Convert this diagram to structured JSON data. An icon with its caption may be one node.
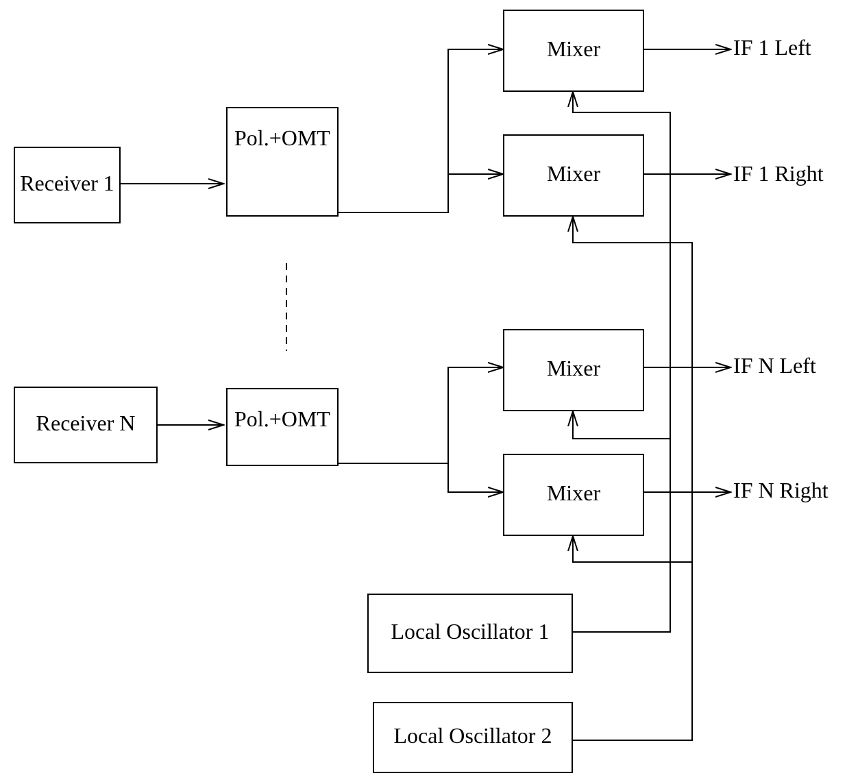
{
  "diagram": {
    "nodes": [
      {
        "text": [
          "Receiver 1"
        ]
      },
      {
        "text": [
          "Pol.+OMT"
        ]
      },
      {
        "text": [
          "Mixer"
        ]
      },
      {
        "text": [
          "Mixer"
        ]
      },
      {
        "text": [
          "Receiver N"
        ]
      },
      {
        "text": [
          "Pol.+OMT"
        ]
      },
      {
        "text": [
          "Mixer"
        ]
      },
      {
        "text": [
          "Mixer"
        ]
      },
      {
        "text": [
          "Local Oscillator 1"
        ]
      },
      {
        "text": [
          "Local Oscillator 2"
        ]
      },
      {
        "text": [
          "IF 1 Left"
        ]
      },
      {
        "text": [
          "IF 1 Right"
        ]
      },
      {
        "text": [
          "IF N Left"
        ]
      },
      {
        "text": [
          "IF N Right"
        ]
      }
    ],
    "edges": [
      {
        "from": 0,
        "to": 1,
        "arrow": "to"
      },
      {
        "from": 1,
        "to": 2,
        "arrow": "to"
      },
      {
        "from": 1,
        "to": 3,
        "arrow": "to"
      },
      {
        "from": 2,
        "to": 10,
        "arrow": "to"
      },
      {
        "from": 3,
        "to": 11,
        "arrow": "to"
      },
      {
        "from": 4,
        "to": 5,
        "arrow": "to"
      },
      {
        "from": 5,
        "to": 6,
        "arrow": "to"
      },
      {
        "from": 5,
        "to": 7,
        "arrow": "to"
      },
      {
        "from": 6,
        "to": 12,
        "arrow": "to"
      },
      {
        "from": 7,
        "to": 13,
        "arrow": "to"
      },
      {
        "from": 8,
        "to": 2,
        "arrow": "to"
      },
      {
        "from": 8,
        "to": 6,
        "arrow": "to"
      },
      {
        "from": 9,
        "to": 3,
        "arrow": "to"
      },
      {
        "from": 9,
        "to": 7,
        "arrow": "to"
      }
    ]
  }
}
